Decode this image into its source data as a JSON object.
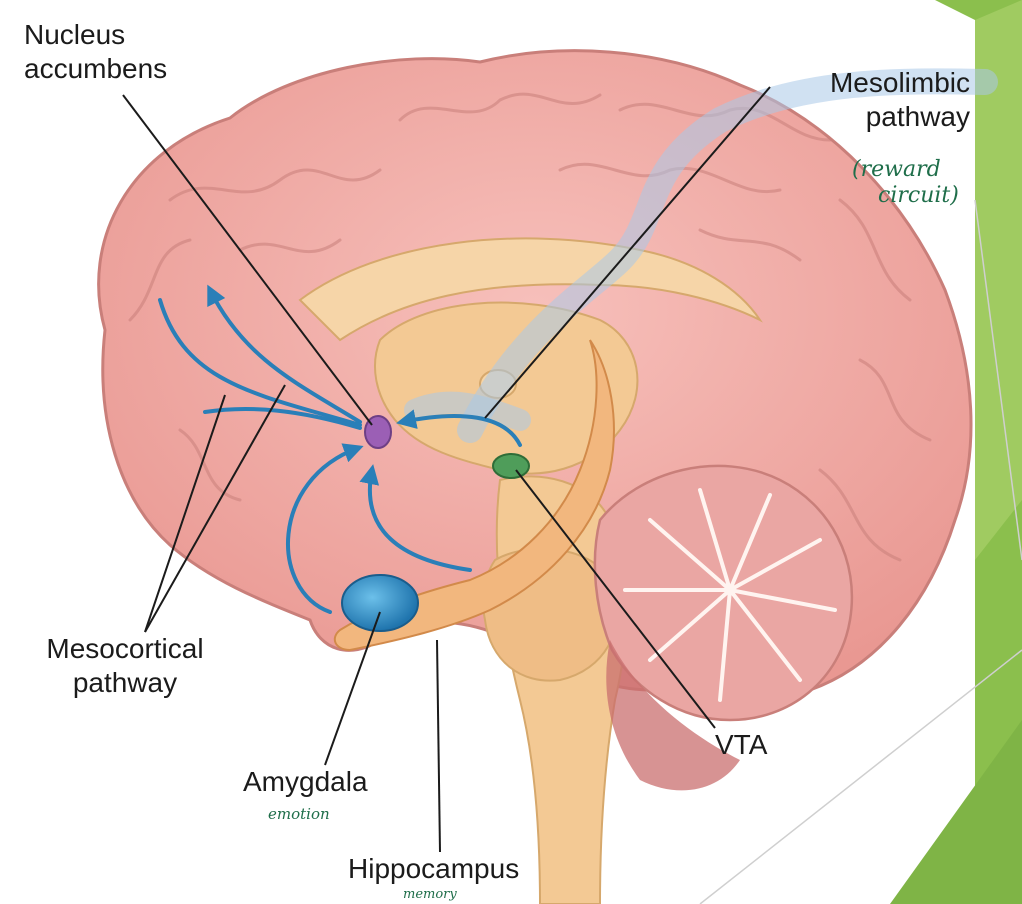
{
  "labels": {
    "nucleus_accumbens_line1": "Nucleus",
    "nucleus_accumbens_line2": "accumbens",
    "mesolimbic_line1": "Mesolimbic",
    "mesolimbic_line2": "pathway",
    "mesocortical_line1": "Mesocortical",
    "mesocortical_line2": "pathway",
    "amygdala": "Amygdala",
    "vta": "VTA",
    "hippocampus": "Hippocampus"
  },
  "handwritten_notes": {
    "mesolimbic_line1": "(reward",
    "mesolimbic_line2": "circuit)",
    "amygdala": "emotion",
    "hippocampus": "memory"
  },
  "colors": {
    "cortex": "#f2a7a3",
    "cortex_edge": "#c97f7a",
    "inner_structure": "#f6d5a8",
    "pathway_arrows": "#2a7fb8",
    "mesolimbic_highlight": "#aac8e8",
    "nucleus_accumbens": "#9b5fb5",
    "amygdala": "#2f8fc9",
    "vta": "#4f9d5a",
    "note_ink": "#1f6e4a",
    "slide_accent": "#8bbf4d"
  }
}
